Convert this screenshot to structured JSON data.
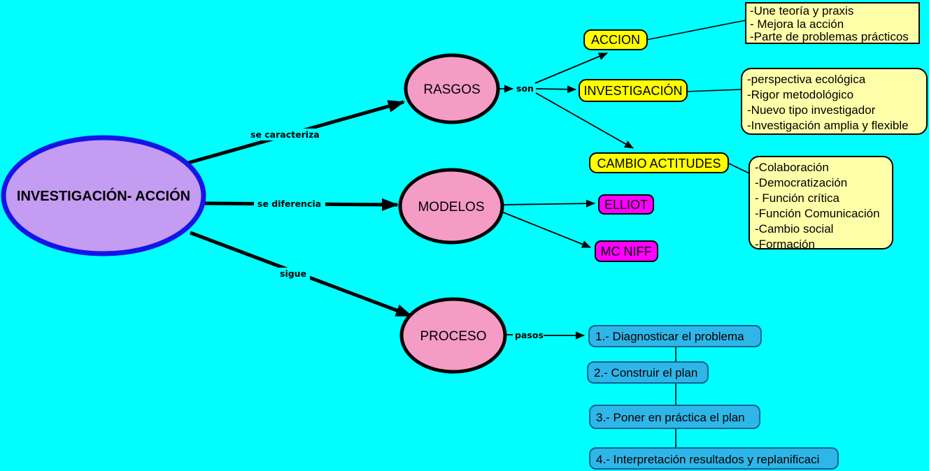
{
  "title": "Mapa conceptual Investigación-Acción",
  "colors": {
    "background": "#00FFFF",
    "main_fill": "#C49CF2",
    "main_border": "#1414E8",
    "node_pink": "#F49BC6",
    "concept_yellow": "#FFFF00",
    "model_magenta": "#FF00FF",
    "note_yellow": "#FFFFAA",
    "step_blue": "#2EB6E8",
    "step_border": "#13638F",
    "line_black": "#000000"
  },
  "main": {
    "label": "INVESTIGACIÓN- ACCIÓN"
  },
  "nodes": {
    "rasgos": {
      "label": "RASGOS"
    },
    "modelos": {
      "label": "MODELOS"
    },
    "proceso": {
      "label": "PROCESO"
    }
  },
  "edge_labels": {
    "se_caracteriza": "se caracteriza",
    "se_diferencia": "se diferencia",
    "sigue": "sigue",
    "son": "son",
    "pasos": "pasos"
  },
  "concepts": {
    "accion": {
      "label": "ACCION"
    },
    "investigacion": {
      "label": "INVESTIGACIÓN"
    },
    "cambio_actitudes": {
      "label": "CAMBIO ACTITUDES"
    },
    "elliot": {
      "label": "ELLIOT"
    },
    "mc_niff": {
      "label": "MC NIFF"
    }
  },
  "notes": {
    "accion_note": {
      "lines": [
        "-Une teoría y praxis",
        "- Mejora la acción",
        "-Parte de problemas prácticos"
      ]
    },
    "investigacion_note": {
      "lines": [
        "-perspectiva ecológica",
        "-Rigor metodológico",
        "-Nuevo tipo investigador",
        "-Investigación amplia y flexible"
      ]
    },
    "cambio_note": {
      "lines": [
        "-Colaboración",
        "-Democratización",
        "- Función crítica",
        "-Función Comunicación",
        "-Cambio social",
        "-Formación"
      ]
    }
  },
  "steps": [
    {
      "label": "1.- Diagnosticar el  problema"
    },
    {
      "label": "2.- Construir el plan"
    },
    {
      "label": "3.- Poner en práctica el plan"
    },
    {
      "label": "4.- Interpretación resultados y replanificaci"
    }
  ]
}
